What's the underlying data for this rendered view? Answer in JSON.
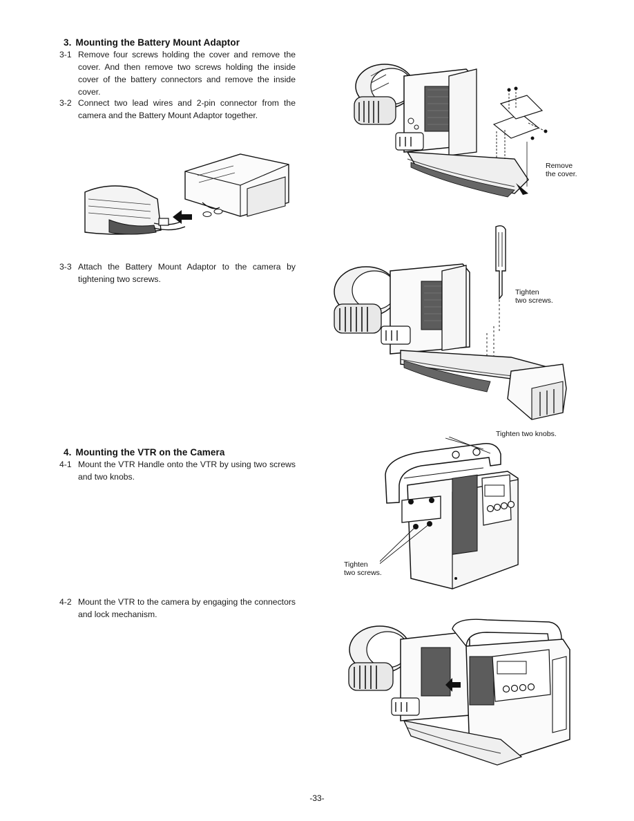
{
  "sections": [
    {
      "number": "3.",
      "title": "Mounting the Battery Mount Adaptor",
      "steps": [
        {
          "id": "3-1",
          "text": "Remove four screws holding the cover and remove the cover. And then remove two screws holding the inside cover of the battery connectors and remove the inside cover."
        },
        {
          "id": "3-2",
          "text": "Connect two lead wires and 2-pin connector from the camera and the Battery Mount Adaptor together."
        },
        {
          "id": "3-3",
          "text": "Attach the Battery Mount Adaptor to the camera by tightening two screws."
        }
      ]
    },
    {
      "number": "4.",
      "title": "Mounting the VTR on the Camera",
      "steps": [
        {
          "id": "4-1",
          "text": "Mount the VTR Handle onto the VTR by using two screws and two knobs."
        },
        {
          "id": "4-2",
          "text": "Mount the VTR to the camera by engaging the connectors and lock mechanism."
        }
      ]
    }
  ],
  "callouts": {
    "remove_cover_1": "Remove",
    "remove_cover_2": "the cover.",
    "tighten_screws_1": "Tighten",
    "tighten_screws_2": "two screws.",
    "tighten_knobs": "Tighten two knobs.",
    "vtr_screws_1": "Tighten",
    "vtr_screws_2": "two screws."
  },
  "page_number": "-33-"
}
